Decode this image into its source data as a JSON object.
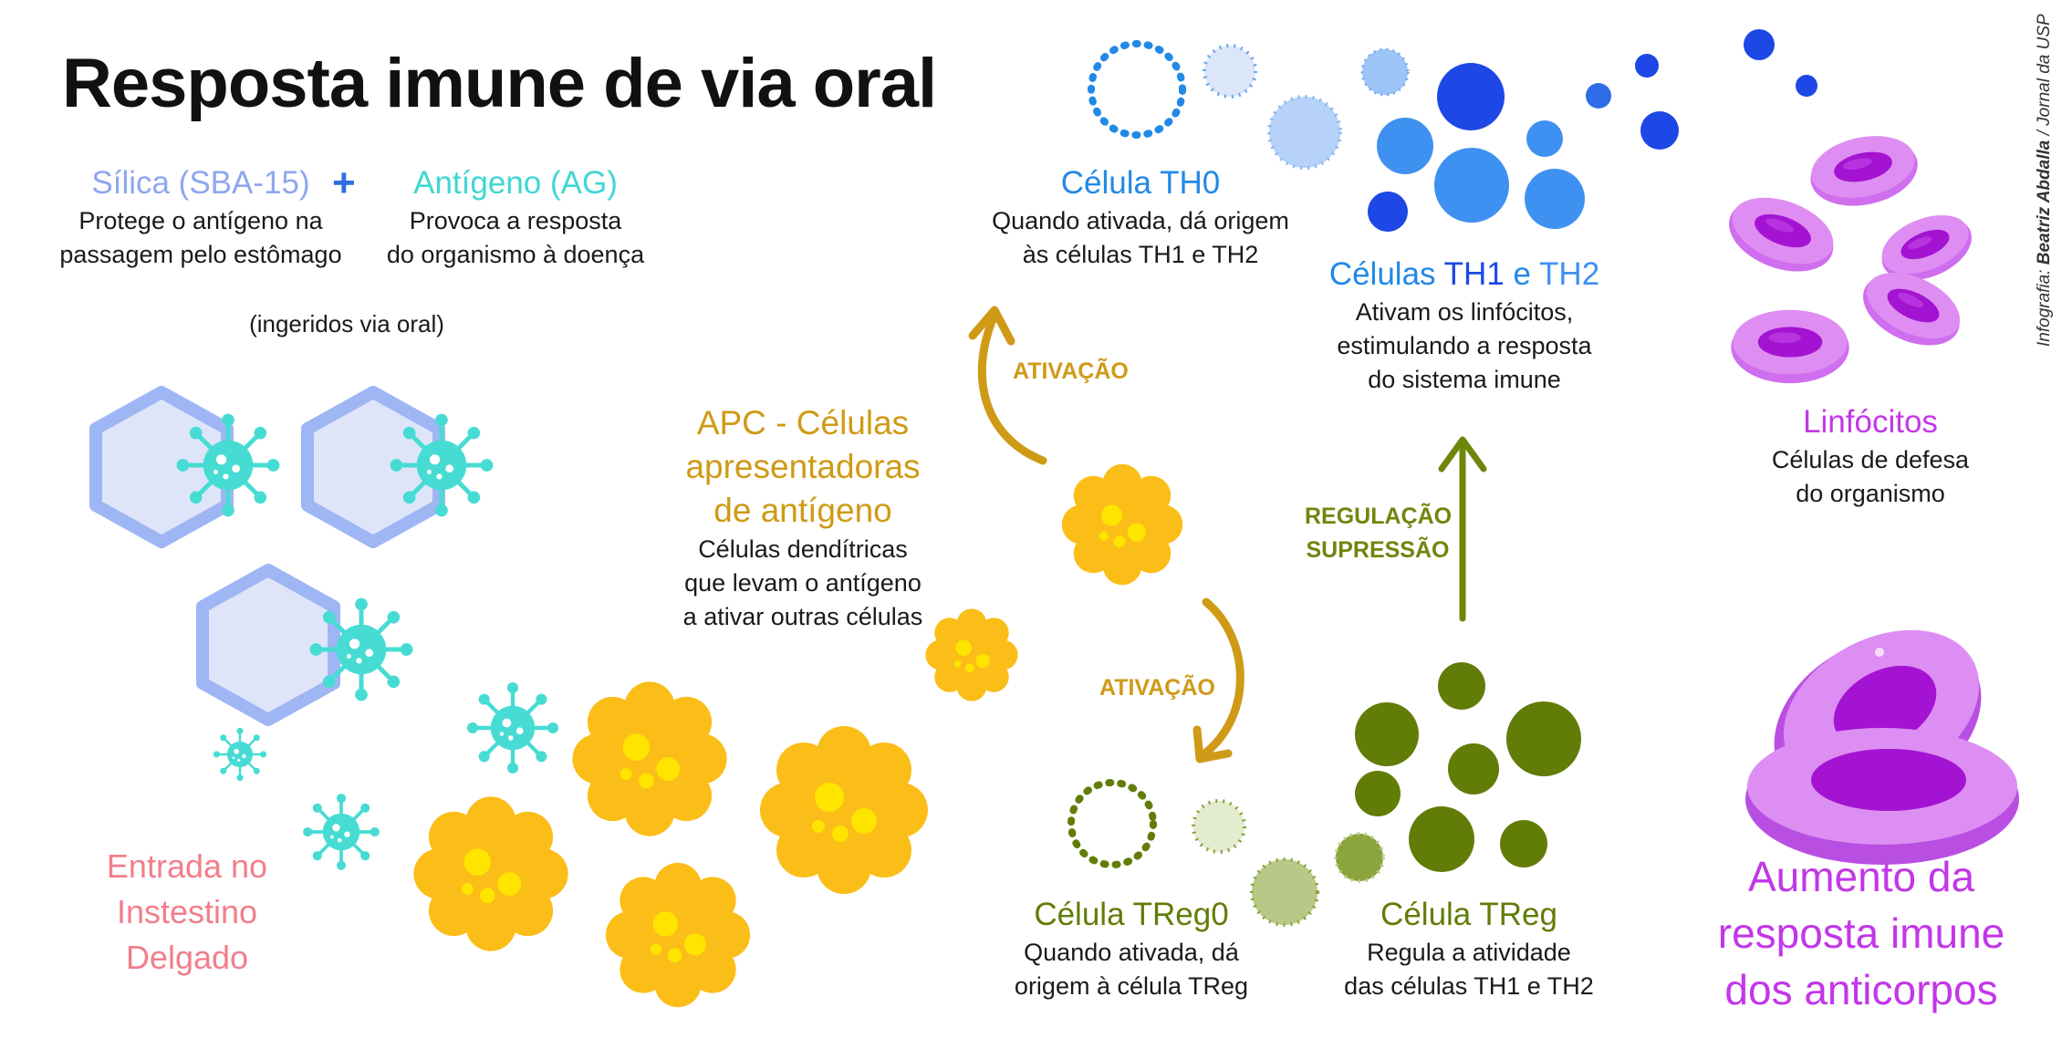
{
  "title": "Resposta imune de via oral",
  "credit": {
    "prefix": "Infografia: ",
    "author": "Beatriz Abdalla",
    "suffix": " / Jornal da USP"
  },
  "silica": {
    "label": "Sílica (SBA-15)",
    "desc_1": "Protege o antígeno na",
    "desc_2": "passagem pelo estômago"
  },
  "plus": "+",
  "antigen": {
    "label": "Antígeno (AG)",
    "desc_1": "Provoca a resposta",
    "desc_2": "do organismo à doença"
  },
  "ingested": "(ingeridos via oral)",
  "entry": {
    "line_1": "Entrada no",
    "line_2": "Instestino",
    "line_3": "Delgado"
  },
  "apc": {
    "head_1": "APC - Células",
    "head_2": "apresentadoras",
    "head_3": "de antígeno",
    "desc_1": "Células dendítricas",
    "desc_2": "que levam o antígeno",
    "desc_3": "a ativar outras células"
  },
  "activation_top": "ATIVAÇÃO",
  "activation_bottom": "ATIVAÇÃO",
  "th0": {
    "label": "Célula TH0",
    "desc_1": "Quando ativada, dá origem",
    "desc_2": "às células TH1 e TH2"
  },
  "th1th2": {
    "label_a": "Células ",
    "label_b": "TH1",
    "label_c": " e ",
    "label_d": "TH2",
    "desc_1": "Ativam os linfócitos,",
    "desc_2": "estimulando a resposta",
    "desc_3": "do sistema imune"
  },
  "regulation": {
    "line_1": "REGULAÇÃO",
    "line_2": "SUPRESSÃO"
  },
  "lymphocytes": {
    "label": "Linfócitos",
    "desc_1": "Células de defesa",
    "desc_2": "do organismo"
  },
  "treg0": {
    "label": "Célula TReg0",
    "desc_1": "Quando ativada, dá",
    "desc_2": "origem à célula TReg"
  },
  "treg": {
    "label": "Célula TReg",
    "desc_1": "Regula a atividade",
    "desc_2": "das células TH1 e TH2"
  },
  "result": {
    "line_1": "Aumento da",
    "line_2": "resposta imune",
    "line_3": "dos anticorpos"
  },
  "colors": {
    "silica": "#8ea7ef",
    "hexagon_border": "#9fb6f5",
    "hexagon_fill": "#dfe5f9",
    "antigen": "#3fd7d4",
    "virus_body": "#46dcd3",
    "entry": "#f27e8b",
    "apc": "#cf9a16",
    "apc_cell": "#fbbd17",
    "apc_nucleus": "#ffe400",
    "th0": "#2289e6",
    "th1": "#1d48e6",
    "th2": "#3e91f0",
    "treg": "#627c08",
    "treg_light": "#b8c987",
    "lymphocyte": "#c237e8",
    "lymph_outer": "#de8ef2",
    "lymph_inner": "#a413d2",
    "arrow_gold": "#cf9a16",
    "arrow_green": "#6f860d"
  },
  "icons": [
    "virus-icon",
    "hexagon-capsule-icon",
    "dendritic-cell-icon",
    "dotted-cell-icon",
    "lymphocyte-icon",
    "curved-arrow-icon",
    "up-arrow-icon"
  ]
}
